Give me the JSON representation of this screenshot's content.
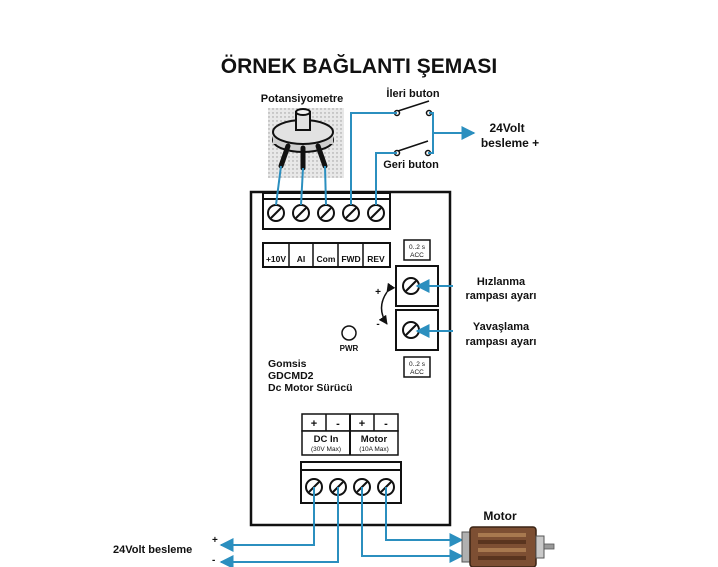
{
  "title": "ÖRNEK BAĞLANTI ŞEMASI",
  "labels": {
    "potentiometer": "Potansiyometre",
    "forward_button": "İleri buton",
    "reverse_button": "Geri buton",
    "supply_top_line1": "24Volt",
    "supply_top_line2": "besleme  +",
    "accel_line1": "Hızlanma",
    "accel_line2": "rampası ayarı",
    "decel_line1": "Yavaşlama",
    "decel_line2": "rampası ayarı",
    "motor": "Motor",
    "supply_bottom": "24Volt besleme",
    "plus": "+",
    "minus": "-"
  },
  "board": {
    "brand": "Gomsis",
    "model": "GDCMD2",
    "desc": "Dc Motor Sürücü",
    "pwr": "PWR",
    "acc_value": "0..2 s",
    "acc_label": "ACC",
    "arrow_plus": "+",
    "arrow_minus": "-"
  },
  "top_terminals": [
    "+10V",
    "AI",
    "Com",
    "FWD",
    "REV"
  ],
  "bottom_terminals": {
    "signs": [
      "+",
      "-",
      "+",
      "-"
    ],
    "dc_in": "DC In",
    "dc_in_sub": "(30V Max)",
    "motor": "Motor",
    "motor_sub": "(10A Max)"
  },
  "colors": {
    "wire": "#2b8fbf",
    "board": "#111111",
    "motor_body": "#8a5a3a"
  }
}
